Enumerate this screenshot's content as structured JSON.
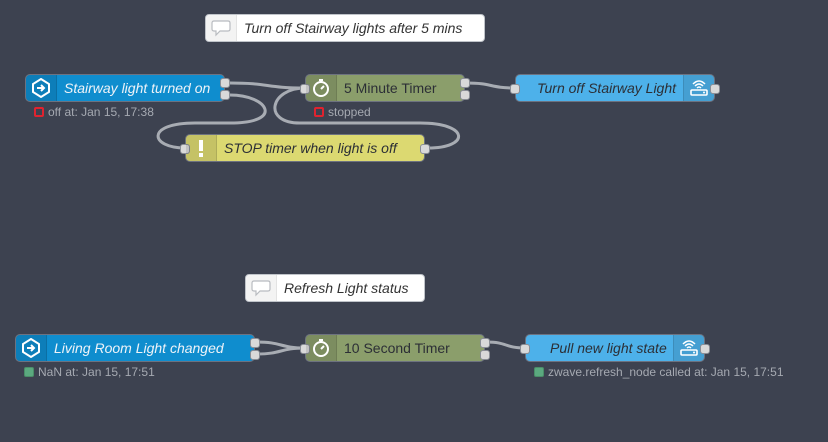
{
  "comments": {
    "stairway": "Turn off Stairway lights after 5 mins",
    "refresh": "Refresh Light status"
  },
  "nodes": {
    "stairway_light": {
      "label": "Stairway light turned on",
      "color": "#0f8dce",
      "icon": "event-arrow-icon"
    },
    "timer5": {
      "label": "5 Minute Timer",
      "color": "#8b9e6b",
      "icon": "stopwatch-icon"
    },
    "turn_off": {
      "label": "Turn off Stairway Light",
      "color": "#4db1ea",
      "icon": "router-icon"
    },
    "stop_timer": {
      "label": "STOP timer when light is off",
      "color": "#dcd971",
      "icon": "exclamation-icon"
    },
    "living_room": {
      "label": "Living Room Light changed",
      "color": "#0f8dce",
      "icon": "event-arrow-icon"
    },
    "timer10": {
      "label": "10 Second Timer",
      "color": "#8b9e6b",
      "icon": "stopwatch-icon"
    },
    "pull_state": {
      "label": "Pull new light state",
      "color": "#4db1ea",
      "icon": "router-icon"
    }
  },
  "statuses": {
    "stairway_light": {
      "text": "off at: Jan 15, 17:38",
      "color": "#e0232f"
    },
    "timer5": {
      "text": "stopped",
      "color": "#e0232f"
    },
    "living_room": {
      "text": "NaN at: Jan 15, 17:51",
      "color": "#5ba97f"
    },
    "pull_state": {
      "text": "zwave.refresh_node called at: Jan 15, 17:51",
      "color": "#5ba97f"
    }
  }
}
